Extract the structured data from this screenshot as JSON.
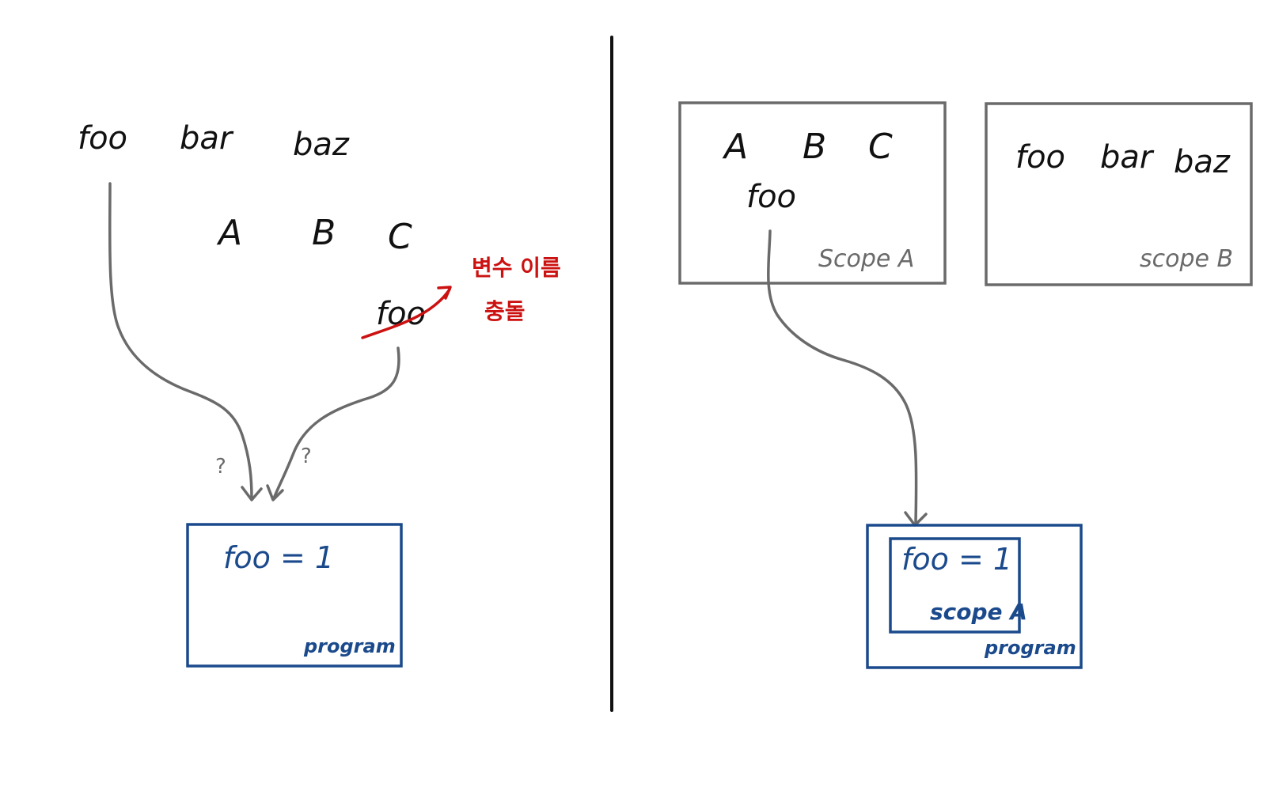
{
  "colors": {
    "ink": "#111111",
    "gray": "#6a6a6a",
    "blue": "#1b4a8c",
    "red": "#cc1111"
  },
  "left_panel": {
    "top_row": [
      "foo",
      "bar",
      "baz"
    ],
    "mid_row": [
      "A",
      "B",
      "C"
    ],
    "crossed_label": "foo",
    "conflict_note": [
      "변수 이름",
      "충돌"
    ],
    "question_marks": [
      "?",
      "?"
    ],
    "program_box": {
      "assignment": "foo = 1",
      "label": "program"
    }
  },
  "right_panel": {
    "scope_a_box": {
      "row": [
        "A",
        "B",
        "C"
      ],
      "extra": "foo",
      "label": "Scope A"
    },
    "scope_b_box": {
      "row": [
        "foo",
        "bar",
        "baz"
      ],
      "label": "scope B"
    },
    "program_box": {
      "inner_assignment": "foo = 1",
      "inner_label": "scope A",
      "label": "program"
    }
  }
}
